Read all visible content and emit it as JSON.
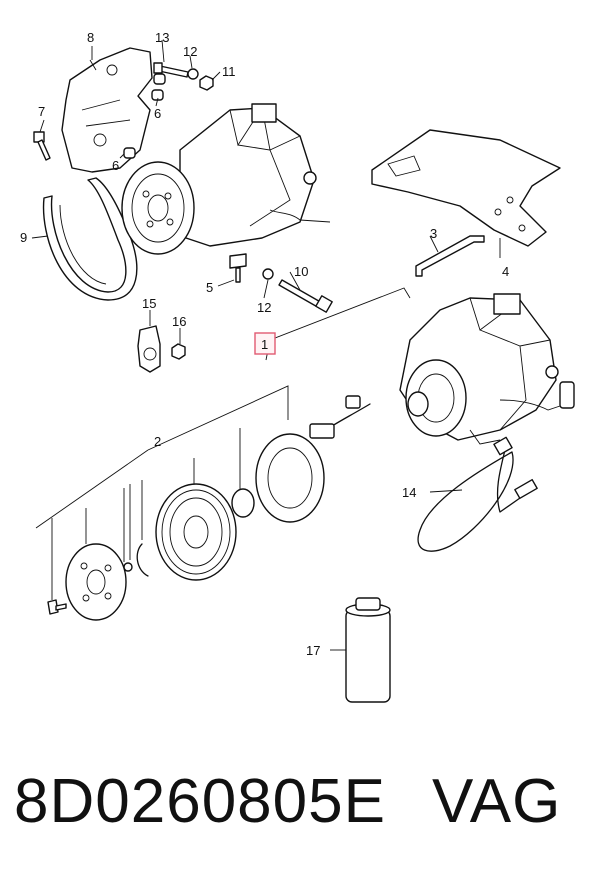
{
  "callouts": {
    "c1": "1",
    "c2": "2",
    "c3": "3",
    "c4": "4",
    "c5": "5",
    "c6a": "6",
    "c6b": "6",
    "c7": "7",
    "c8": "8",
    "c9": "9",
    "c10": "10",
    "c11": "11",
    "c12a": "12",
    "c12b": "12",
    "c13": "13",
    "c14": "14",
    "c15": "15",
    "c16": "16",
    "c17": "17"
  },
  "footer": {
    "part_number": "8D0260805E",
    "brand": "VAG"
  },
  "colors": {
    "line": "#111111",
    "highlight": "#e05a72",
    "background": "#ffffff"
  }
}
